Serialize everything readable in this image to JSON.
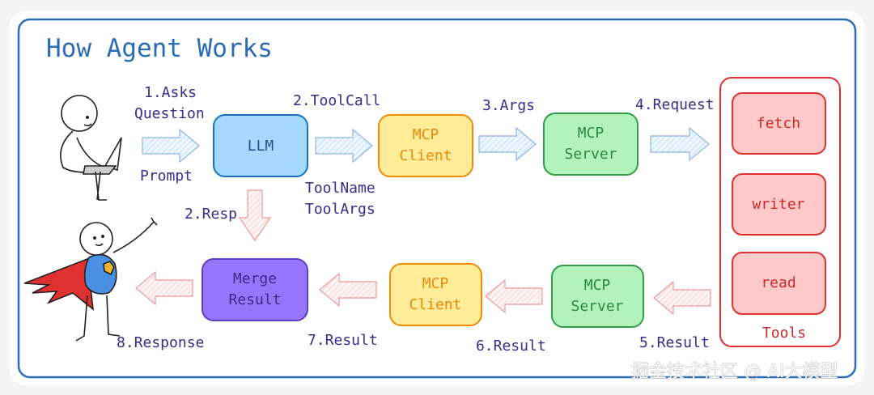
{
  "title": "How Agent Works",
  "nodes": {
    "llm": "LLM",
    "mcp_client_top": [
      "MCP",
      "Client"
    ],
    "mcp_server_top": [
      "MCP",
      "Server"
    ],
    "tools": [
      "fetch",
      "writer",
      "read"
    ],
    "tools_label": "Tools",
    "mcp_server_bottom": [
      "MCP",
      "Server"
    ],
    "mcp_client_bottom": [
      "MCP",
      "Client"
    ],
    "merge_result": [
      "Merge",
      "Result"
    ]
  },
  "labels": {
    "asks": "1.Asks",
    "question": "Question",
    "prompt": "Prompt",
    "toolcall": "2.ToolCall",
    "toolname": "ToolName",
    "toolargs": "ToolArgs",
    "args": "3.Args",
    "request": "4.Request",
    "resp": "2.Resp",
    "result5": "5.Result",
    "result6": "6.Result",
    "result7": "7.Result",
    "response8": "8.Response"
  },
  "colors": {
    "frame": "#2a6cb5",
    "llm_fill": "#a5d8ff",
    "llm_stroke": "#1971c2",
    "client_fill": "#ffec99",
    "client_stroke": "#f08c00",
    "server_fill": "#b2f2bb",
    "server_stroke": "#2f9e44",
    "tool_fill": "#ffc9c9",
    "tool_stroke": "#e03131",
    "merge_fill": "#9775fa",
    "merge_stroke": "#5f3dc4"
  },
  "watermark": "掘金技术社区 @ AI大模型"
}
